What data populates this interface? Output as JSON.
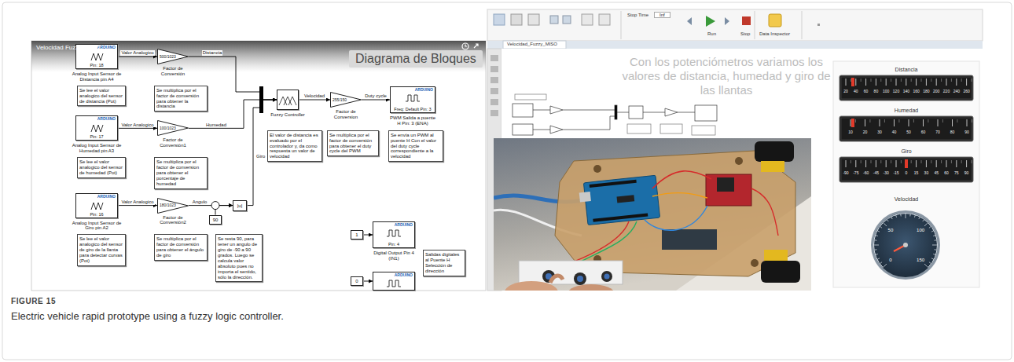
{
  "diagram": {
    "title": "FIGURE 15",
    "caption": "Electric vehicle rapid prototype using a fuzzy logic controller.",
    "nodes": [
      {
        "text": [
          "ARDUINO",
          "Pin: 18",
          "Analog Input Sensor de Distancia pin A4"
        ]
      },
      {
        "text": [
          "500/1023",
          "Factor de Conversión"
        ]
      },
      {
        "text": [
          "Se lee el valor analogico del sensor de distancia (Pot)"
        ]
      },
      {
        "text": [
          "Se multiplica por el factor de conversión para obtener la distancia"
        ]
      },
      {
        "text": [
          "ARDUINO",
          "Pin: 17",
          "Analog Input Sensor de Humedad pin A3"
        ]
      },
      {
        "text": [
          "100/1023",
          "Factor de Conversión1"
        ]
      },
      {
        "text": [
          "Se lee el valor analogico del sensor de humedad (Pot)"
        ]
      },
      {
        "text": [
          "Se multiplica por el factor de conversion para obtener el porcentaje de humedad"
        ]
      },
      {
        "text": [
          "ARDUINO",
          "Pin: 16",
          "Analog Input Sensor de Giro pin A2"
        ]
      },
      {
        "text": [
          "180/1023",
          "Factor de Conversión2"
        ]
      },
      {
        "text": [
          "90"
        ]
      },
      {
        "text": [
          "|u|"
        ]
      },
      {
        "text": [
          "Se lee el valor analogico del sensor de giro de la llanta para detectar curvas (Pot)"
        ]
      },
      {
        "text": [
          "Se multiplica por el factor de conversión para obtener el ángulo de giro"
        ]
      },
      {
        "text": [
          "Se resta 90, para tener un angulo de giro de -90 a 90 grados. Luego se calcula valor absoluto pues no importa el sentido, sólo la dirección."
        ]
      },
      {
        "text": [
          "Fuzzy Controller"
        ]
      },
      {
        "text": [
          "255/150",
          "Factor de Conversion"
        ]
      },
      {
        "text": [
          "ARDUINO",
          "Freq: Default Pin: 3",
          "PWM Salida a puente H Pin: 3 (ENA)"
        ]
      },
      {
        "text": [
          "El valor de distancia es evaluado por el controlador y, da como respuesta un valor de velocidad"
        ]
      },
      {
        "text": [
          "Se multiplica por el factor de conversión para obtener el duty cycle del PWM"
        ]
      },
      {
        "text": [
          "Se envía un PWM al puente H Con el valor del duty cycle correspondiente a la velocidad"
        ]
      },
      {
        "text": [
          "1"
        ]
      },
      {
        "text": [
          "ARDUINO",
          "Pin: 4",
          "Digital Output Pin 4 (IN1)"
        ]
      },
      {
        "text": [
          "Salidas digitales al Puente H Selección de dirección"
        ]
      },
      {
        "text": [
          "0"
        ]
      },
      {
        "text": [
          "ARDUINO"
        ]
      }
    ],
    "edges": [
      {
        "from": 0,
        "to": 1,
        "arrow": "to",
        "label": "Valor Analogico"
      },
      {
        "from": 1,
        "to": 15,
        "arrow": "to",
        "label": "Distancia"
      },
      {
        "from": 4,
        "to": 5,
        "arrow": "to",
        "label": "Valor Analogico"
      },
      {
        "from": 5,
        "to": 15,
        "arrow": "to",
        "label": "Humedad"
      },
      {
        "from": 8,
        "to": 9,
        "arrow": "to",
        "label": "Valor Analogico"
      },
      {
        "from": 9,
        "to": 11,
        "arrow": "to",
        "label": "Angulo"
      },
      {
        "from": 10,
        "to": 11,
        "arrow": "to"
      },
      {
        "from": 11,
        "to": 15,
        "arrow": "to",
        "label": "Giro"
      },
      {
        "from": 15,
        "to": 16,
        "arrow": "to",
        "label": "Velocidad"
      },
      {
        "from": 16,
        "to": 17,
        "arrow": "to",
        "label": "Duty cycle"
      },
      {
        "from": 21,
        "to": 22,
        "arrow": "to"
      },
      {
        "from": 24,
        "to": 25,
        "arrow": "to"
      }
    ],
    "labels": [
      "Velocidad Fuzzy MISO",
      "Diagrama de Bloques",
      "Stop Time",
      "Inf",
      "Run",
      "Stop",
      "Data Inspector",
      "Velocidad_Fuzzy_MISO",
      "Con los potenciómetros variamos los valores de distancia, humedad y giro de las llantas",
      "Distancia",
      "Humedad",
      "Giro",
      "Velocidad",
      "20",
      "40",
      "60",
      "80",
      "100",
      "120",
      "140",
      "160",
      "180",
      "200",
      "220",
      "240",
      "260",
      "10",
      "20",
      "30",
      "40",
      "50",
      "60",
      "70",
      "80",
      "90",
      "-90",
      "-75",
      "-60",
      "-45",
      "-30",
      "-15",
      "0",
      "15",
      "30",
      "45",
      "60",
      "75",
      "90",
      "0",
      "50",
      "100",
      "150"
    ]
  }
}
